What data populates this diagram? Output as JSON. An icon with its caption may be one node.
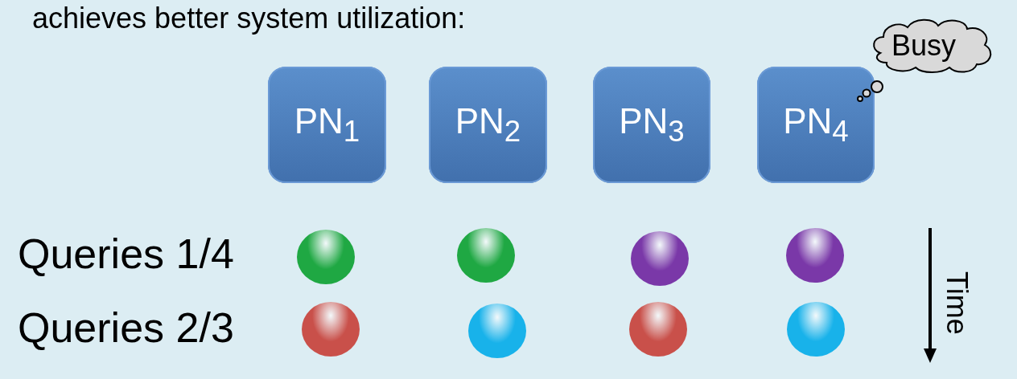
{
  "diagram": {
    "nodes": [
      {
        "text": [
          "PN$_{1}$"
        ]
      },
      {
        "text": [
          "PN$_{2}$"
        ]
      },
      {
        "text": [
          "PN$_{3}$"
        ]
      },
      {
        "text": [
          "PN$_{4}$"
        ]
      },
      {
        "text": [
          "Busy"
        ]
      },
      {
        "text": [],
        "shape": "circle"
      },
      {
        "text": [],
        "shape": "circle"
      },
      {
        "text": [],
        "shape": "circle"
      },
      {
        "text": [],
        "shape": "circle"
      },
      {
        "text": [],
        "shape": "circle"
      },
      {
        "text": [],
        "shape": "circle"
      },
      {
        "text": [],
        "shape": "circle"
      },
      {
        "text": [],
        "shape": "circle"
      }
    ],
    "edges": [],
    "labels": [
      "achieves better system utilization:",
      "Queries 1/4",
      "Queries 2/3",
      "Time"
    ]
  }
}
